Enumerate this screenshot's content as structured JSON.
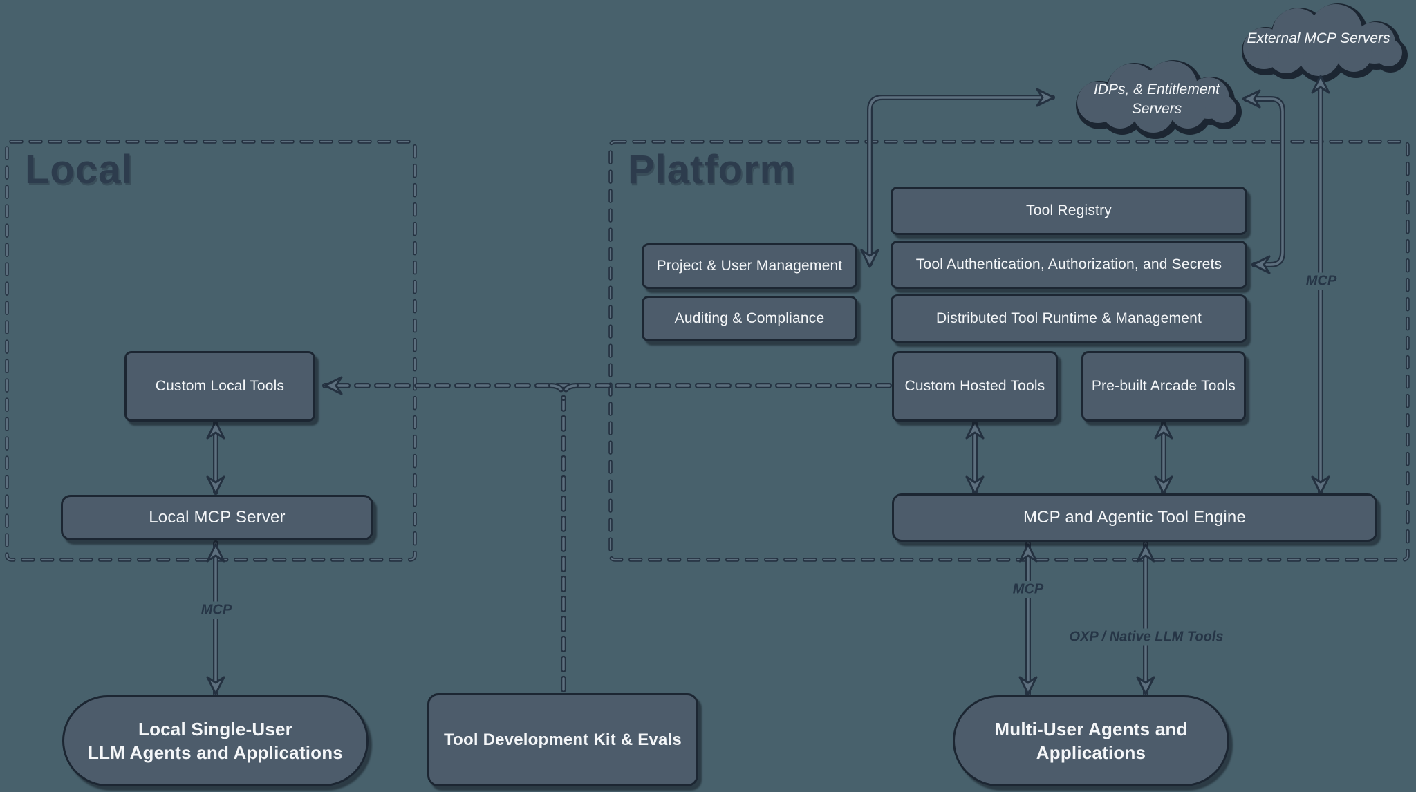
{
  "diagram": {
    "groups": {
      "local": {
        "title": "Local"
      },
      "platform": {
        "title": "Platform"
      }
    },
    "clouds": {
      "external_mcp": {
        "label": "External MCP Servers"
      },
      "idp": {
        "line1": "IDPs, & Entitlement",
        "line2": "Servers"
      }
    },
    "nodes": {
      "custom_local_tools": "Custom Local Tools",
      "local_mcp_server": "Local MCP Server",
      "project_user_management": "Project & User Management",
      "auditing_compliance": "Auditing & Compliance",
      "tool_registry": "Tool Registry",
      "tool_auth": "Tool Authentication, Authorization, and Secrets",
      "distributed_runtime": "Distributed Tool Runtime & Management",
      "custom_hosted_tools": "Custom Hosted Tools",
      "prebuilt_arcade_tools": "Pre-built Arcade Tools",
      "mcp_engine": "MCP and Agentic Tool Engine",
      "tdk": "Tool Development Kit & Evals",
      "local_agents_line1": "Local Single-User",
      "local_agents_line2": "LLM Agents and Applications",
      "multi_user_line1": "Multi-User Agents and",
      "multi_user_line2": "Applications"
    },
    "edge_labels": {
      "local_mcp": "MCP",
      "engine_mcp": "MCP",
      "external_mcp": "MCP",
      "oxp": "OXP / Native LLM Tools"
    },
    "colors": {
      "background": "#48616c",
      "node_fill": "#4d5c6b",
      "node_border": "#1c2632",
      "node_text": "#f4f6f8",
      "title_text": "#2d3c4d",
      "line_dark": "#243140",
      "line_light": "#5d6f7e",
      "label_text": "#263546"
    }
  }
}
